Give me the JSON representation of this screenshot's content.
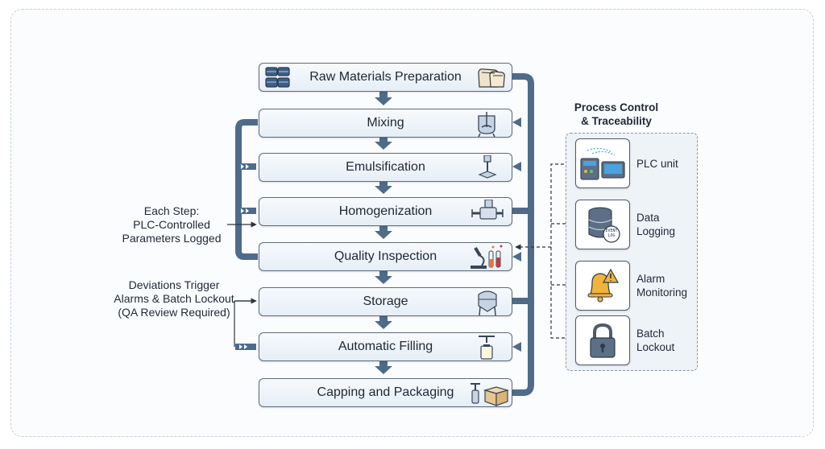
{
  "steps": [
    {
      "label": "Raw Materials Preparation"
    },
    {
      "label": "Mixing"
    },
    {
      "label": "Emulsification"
    },
    {
      "label": "Homogenization"
    },
    {
      "label": "Quality Inspection"
    },
    {
      "label": "Storage"
    },
    {
      "label": "Automatic Filling"
    },
    {
      "label": "Capping and Packaging"
    }
  ],
  "notes": {
    "each_step": "Each Step:\nPLC-Controlled\nParameters Logged",
    "deviations": "Deviations Trigger\nAlarms & Batch Lockout\n(QA Review Required)"
  },
  "panel": {
    "title": "Process Control\n& Traceability",
    "items": [
      {
        "label": "PLC unit",
        "icon": "plc-unit-icon"
      },
      {
        "label": "Data\nLogging",
        "icon": "database-icon",
        "badge": "EVENT\nLOG"
      },
      {
        "label": "Alarm\nMonitoring",
        "icon": "alarm-bell-icon"
      },
      {
        "label": "Batch\nLockout",
        "icon": "padlock-icon"
      }
    ]
  },
  "colors": {
    "arrow": "#4f6b8a",
    "box_border": "#5d6b7d",
    "alarm": "#f2b33a",
    "plc_screen": "#4aa3df"
  }
}
